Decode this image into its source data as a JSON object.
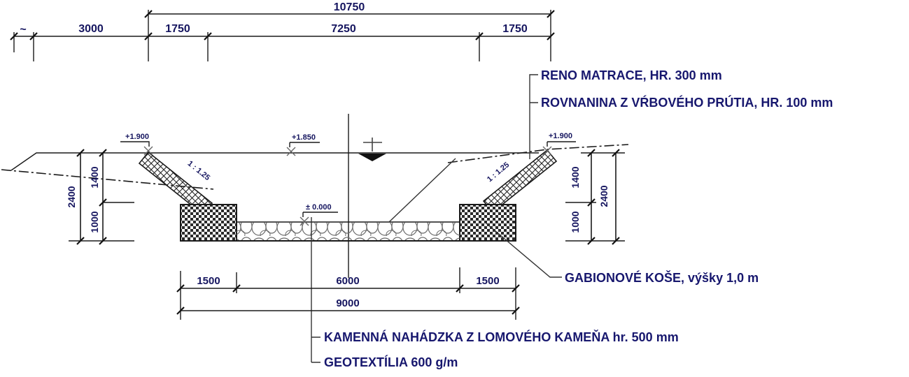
{
  "drawing": {
    "title_hint": "channel cross-section with gabion baskets",
    "top_dimensions": {
      "approx": "~",
      "d3000": "3000",
      "d10750": "10750",
      "d1750_left": "1750",
      "d7250": "7250",
      "d1750_right": "1750"
    },
    "left_dimensions": {
      "d2400": "2400",
      "d1400": "1400",
      "d1000": "1000"
    },
    "right_dimensions": {
      "d1400": "1400",
      "d2400": "2400",
      "d1000": "1000"
    },
    "bottom_dimensions": {
      "d1500_left": "1500",
      "d6000": "6000",
      "d1500_right": "1500",
      "d9000": "9000"
    },
    "elevations": {
      "left_bank": "+1.900",
      "water_level": "+1.850",
      "channel_bottom": "± 0.000",
      "right_bank": "+1.900"
    },
    "slopes": {
      "left": "1 : 1.25",
      "right": "1 : 1.25"
    },
    "callouts": {
      "reno_matrace": "RENO MATRACE, HR. 300 mm",
      "rovnanina": "ROVNANINA Z VŔBOVÉHO PRÚTIA, HR. 100 mm",
      "gabionove_kose": "GABIONOVÉ KOŠE, výšky 1,0 m",
      "kamenna_nahadzka": "KAMENNÁ NAHÁDZKA Z LOMOVÉHO KAMEŇA hr. 500 mm",
      "geotextilia": "GEOTEXTÍLIA  600 g/m"
    },
    "colors": {
      "line": "#1a1a1a",
      "dimension_text": "#15155f",
      "callout_text": "#17176e",
      "background": "#ffffff"
    }
  }
}
